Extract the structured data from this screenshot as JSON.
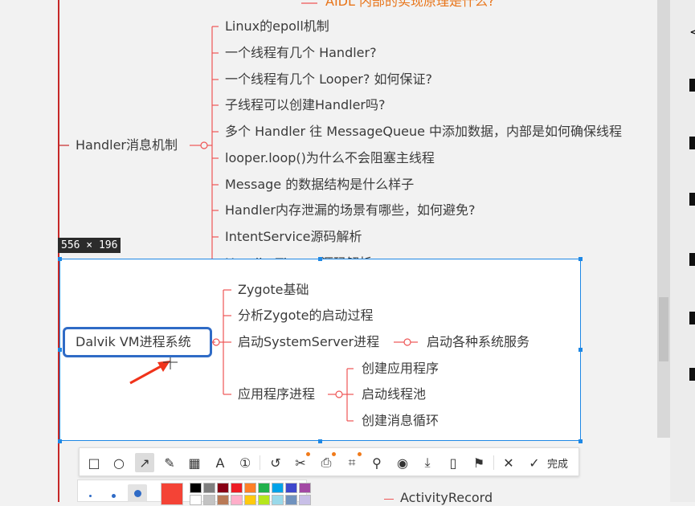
{
  "mindmap": {
    "partial_top": "AIDL 内部的实现原理是什么?",
    "handler_section": {
      "title": "Handler消息机制",
      "children": [
        "Linux的epoll机制",
        "一个线程有几个 Handler?",
        "一个线程有几个 Looper? 如何保证?",
        "子线程可以创建Handler吗?",
        "多个 Handler 往 MessageQueue 中添加数据，内部是如何确保线程",
        "looper.loop()为什么不会阻塞主线程",
        "Message 的数据结构是什么样子",
        "Handler内存泄漏的场景有哪些，如何避免?",
        "IntentService源码解析",
        "HandlerThread源码解析"
      ]
    },
    "dalvik_section": {
      "title": "Dalvik VM进程系统",
      "zygote_basics": "Zygote基础",
      "zygote_startup": "分析Zygote的启动过程",
      "system_server": "启动SystemServer进程",
      "system_services": "启动各种系统服务",
      "app_process": "应用程序进程",
      "app_children": [
        "创建应用程序",
        "启动线程池",
        "创建消息循环"
      ]
    },
    "below_partial": "ActivityRecord"
  },
  "screenshot_tool": {
    "size_label": "556 × 196",
    "done_label": "完成",
    "tools": [
      {
        "name": "rectangle-tool",
        "glyph": "□"
      },
      {
        "name": "ellipse-tool",
        "glyph": "○"
      },
      {
        "name": "arrow-tool",
        "glyph": "↗"
      },
      {
        "name": "pen-tool",
        "glyph": "✎"
      },
      {
        "name": "mosaic-tool",
        "glyph": "▦"
      },
      {
        "name": "text-tool",
        "glyph": "A"
      },
      {
        "name": "number-tool",
        "glyph": "①"
      },
      {
        "name": "undo-tool",
        "glyph": "↺"
      },
      {
        "name": "scissors-tool",
        "glyph": "✂"
      },
      {
        "name": "ocr-tool",
        "glyph": "⎙"
      },
      {
        "name": "crop-tool",
        "glyph": "⌗"
      },
      {
        "name": "pin-tool",
        "glyph": "⚲"
      },
      {
        "name": "record-tool",
        "glyph": "◉"
      },
      {
        "name": "download-tool",
        "glyph": "⤓"
      },
      {
        "name": "device-tool",
        "glyph": "▯"
      },
      {
        "name": "bookmark-tool",
        "glyph": "⚑"
      },
      {
        "name": "close-tool",
        "glyph": "✕"
      },
      {
        "name": "confirm-tool",
        "glyph": "✓"
      }
    ],
    "colors": {
      "accent": "#1e88e5",
      "selected_color": "#f44336",
      "swatches_top": [
        "#000000",
        "#7f7f7f",
        "#880015",
        "#ed1c24",
        "#ff7f27",
        "#22b14c",
        "#00a2e8",
        "#3f48cc",
        "#a349a4",
        "#00a3a3"
      ],
      "swatches_bottom": [
        "#ffffff",
        "#c3c3c3",
        "#b97a57",
        "#ffaec9",
        "#ffc90e",
        "#b5e61d",
        "#99d9ea",
        "#7092be",
        "#c8bfe7",
        "#eeeeee"
      ]
    }
  }
}
